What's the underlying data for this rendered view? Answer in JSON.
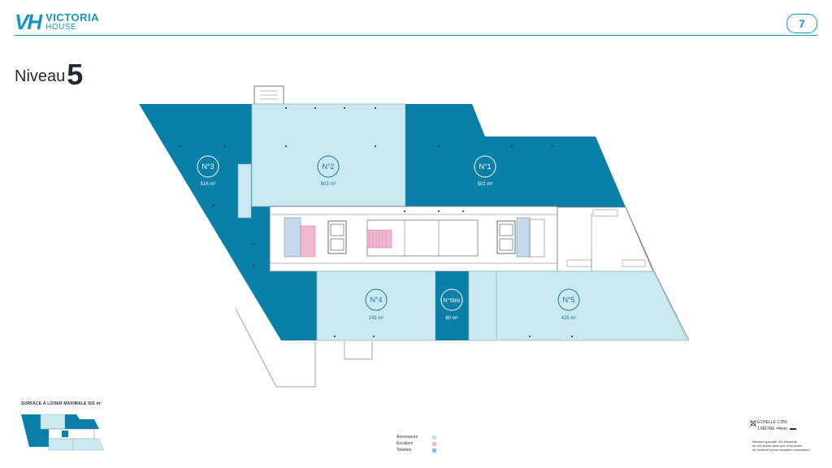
{
  "header": {
    "logo_mark": "VH",
    "logo_line1": "VICTORIA",
    "logo_line2": "HOUSE",
    "page_number": "7"
  },
  "level": {
    "word": "Niveau",
    "number": "5"
  },
  "colors": {
    "dark_unit": "#0a7fa8",
    "light_unit": "#cce8f0",
    "brand": "#1496bd",
    "elevator": "#c4dbee",
    "stairs": "#f1b8d2",
    "toilets": "#8fbde2"
  },
  "units": [
    {
      "id": "u3",
      "label": "N°3",
      "area": "516 m²",
      "style": "dark"
    },
    {
      "id": "u2",
      "label": "N°2",
      "area": "503 m²",
      "style": "light"
    },
    {
      "id": "u1",
      "label": "N°1",
      "area": "501 m²",
      "style": "dark"
    },
    {
      "id": "u4",
      "label": "N°4",
      "area": "245 m²",
      "style": "light"
    },
    {
      "id": "u5bis",
      "label": "N°5bis",
      "area": "80 m²",
      "style": "dark"
    },
    {
      "id": "u5",
      "label": "N°5",
      "area": "425 m²",
      "style": "light"
    }
  ],
  "surface_label": "SURFACE À LOUER MAXIMALE 501 m²",
  "legend": [
    {
      "label": "Ascenseurs",
      "color": "#c4dbee"
    },
    {
      "label": "Escaliers",
      "color": "#f1b8d2"
    },
    {
      "label": "Toilettes",
      "color": "#8fbde2"
    }
  ],
  "scale": {
    "line1": "ÉCHELLE 1:250",
    "line2": "1 MÈTRE =4mm"
  },
  "disclaimer": {
    "l1": "Mention spéciale: les éléments",
    "l2": "de ces fiches ainsi que la brochure",
    "l3": "ne revêtent aucun caractère contractuel."
  }
}
